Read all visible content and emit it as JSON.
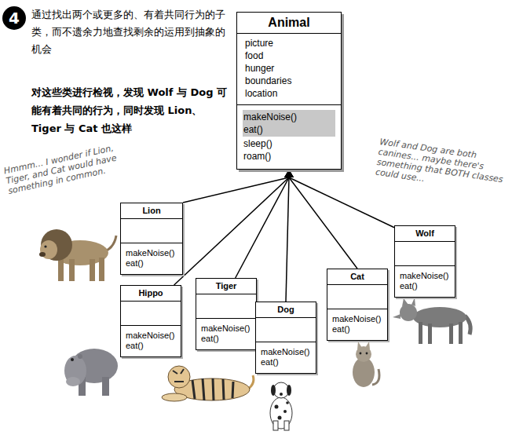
{
  "diagram": {
    "nodes": [
      {
        "text": [
          "Animal",
          "picture",
          "food",
          "hunger",
          "boundaries",
          "location",
          "makeNoise()",
          "eat()",
          "sleep()",
          "roam()"
        ]
      },
      {
        "text": [
          "Lion",
          "makeNoise()",
          "eat()"
        ]
      },
      {
        "text": [
          "Wolf",
          "makeNoise()",
          "eat()"
        ]
      },
      {
        "text": [
          "Cat",
          "makeNoise()",
          "eat()"
        ]
      },
      {
        "text": [
          "Tiger",
          "makeNoise()",
          "eat()"
        ]
      },
      {
        "text": [
          "Hippo",
          "makeNoise()",
          "eat()"
        ]
      },
      {
        "text": [
          "Dog",
          "makeNoise()",
          "eat()"
        ]
      }
    ],
    "edges": [
      {
        "from": 1,
        "to": 0,
        "arrow": "to"
      },
      {
        "from": 2,
        "to": 0,
        "arrow": "to"
      },
      {
        "from": 3,
        "to": 0,
        "arrow": "to"
      },
      {
        "from": 4,
        "to": 0,
        "arrow": "to"
      },
      {
        "from": 5,
        "to": 0,
        "arrow": "to"
      },
      {
        "from": 6,
        "to": 0,
        "arrow": "to"
      }
    ],
    "labels": [
      "4",
      "通过找出两个或更多的、有着共同行为的子类，而不遗余力地查找剩余的运用到抽象的机会",
      "对这些类进行检视，发现 Wolf 与 Dog 可能有着共同的行为，同时发现 Lion、Tiger 与 Cat 也这样",
      "Hmmm... I wonder if Lion, Tiger, and Cat would have something in common.",
      "Wolf and Dog are both canines... maybe there's something that BOTH classes could use..."
    ]
  }
}
